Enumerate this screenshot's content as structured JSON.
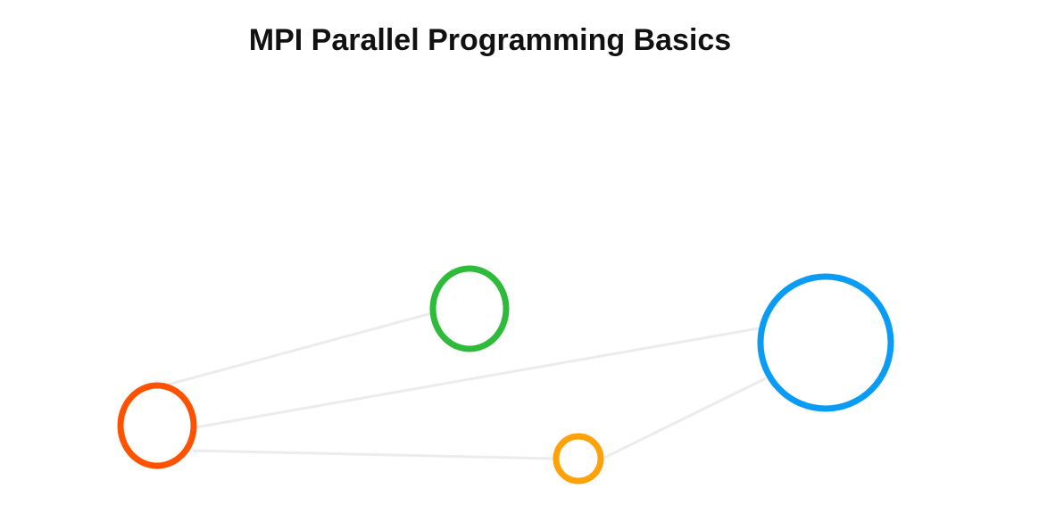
{
  "title": "MPI Parallel Programming Basics",
  "colors": {
    "edge": "#ececec",
    "orange_red": "#ff5200",
    "green": "#2fbb3a",
    "blue": "#0a9cf5",
    "amber": "#ffa20a"
  },
  "nodes": [
    {
      "id": "node-orange-red",
      "color": "orange_red"
    },
    {
      "id": "node-green",
      "color": "green"
    },
    {
      "id": "node-blue",
      "color": "blue"
    },
    {
      "id": "node-amber",
      "color": "amber"
    }
  ],
  "edges": [
    {
      "from": "node-orange-red",
      "to": "node-green"
    },
    {
      "from": "node-orange-red",
      "to": "node-blue"
    },
    {
      "from": "node-orange-red",
      "to": "node-amber"
    },
    {
      "from": "node-amber",
      "to": "node-blue"
    }
  ]
}
